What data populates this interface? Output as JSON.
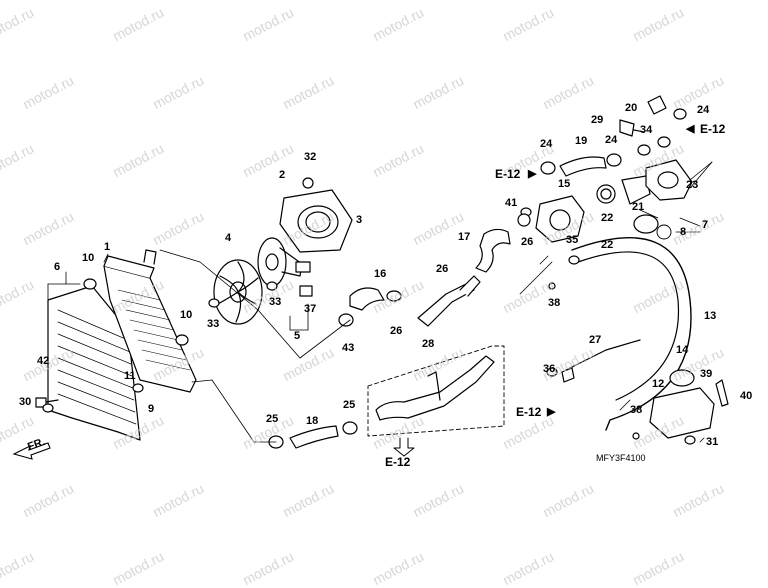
{
  "watermark": "motod.ru",
  "direction_label": "FR.",
  "diagram_code": "MFY3F4100",
  "refs": {
    "e12_top_right": "E-12",
    "e12_top_mid": "E-12",
    "e12_mid": "E-12",
    "e12_bottom": "E-12"
  },
  "callouts": {
    "c1": "1",
    "c2": "2",
    "c3": "3",
    "c4": "4",
    "c5": "5",
    "c6": "6",
    "c7": "7",
    "c8": "8",
    "c9": "9",
    "c10a": "10",
    "c10b": "10",
    "c11": "11",
    "c12": "12",
    "c13": "13",
    "c14": "14",
    "c15": "15",
    "c16": "16",
    "c17": "17",
    "c18": "18",
    "c19": "19",
    "c20": "20",
    "c21": "21",
    "c22a": "22",
    "c22b": "22",
    "c23": "23",
    "c24a": "24",
    "c24b": "24",
    "c24c": "24",
    "c25a": "25",
    "c25b": "25",
    "c26a": "26",
    "c26b": "26",
    "c26c": "26",
    "c27": "27",
    "c28": "28",
    "c29": "29",
    "c30": "30",
    "c31": "31",
    "c32": "32",
    "c33a": "33",
    "c33b": "33",
    "c34": "34",
    "c35": "35",
    "c36": "36",
    "c37": "37",
    "c38a": "38",
    "c38b": "38",
    "c39": "39",
    "c40": "40",
    "c41": "41",
    "c42": "42",
    "c43": "43"
  }
}
